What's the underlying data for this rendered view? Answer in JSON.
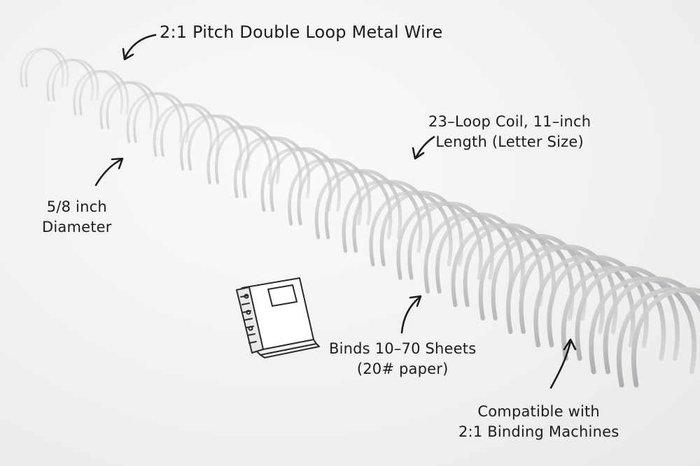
{
  "annotations": {
    "wire_type": "2:1 Pitch Double Loop Metal Wire",
    "diameter": [
      "5/8 inch",
      "Diameter"
    ],
    "coil_length": [
      "23–Loop Coil, 11–inch",
      "Length (Letter Size)"
    ],
    "sheets": [
      "Binds 10–70 Sheets",
      "(20# paper)"
    ],
    "compatibility": [
      "Compatible with",
      "2:1 Binding Machines"
    ]
  },
  "colors": {
    "background": "#f4f4f3",
    "wire": "#b9bbbd",
    "ink": "#1c1c1c"
  },
  "icons": [
    "notebook-sketch-icon"
  ]
}
